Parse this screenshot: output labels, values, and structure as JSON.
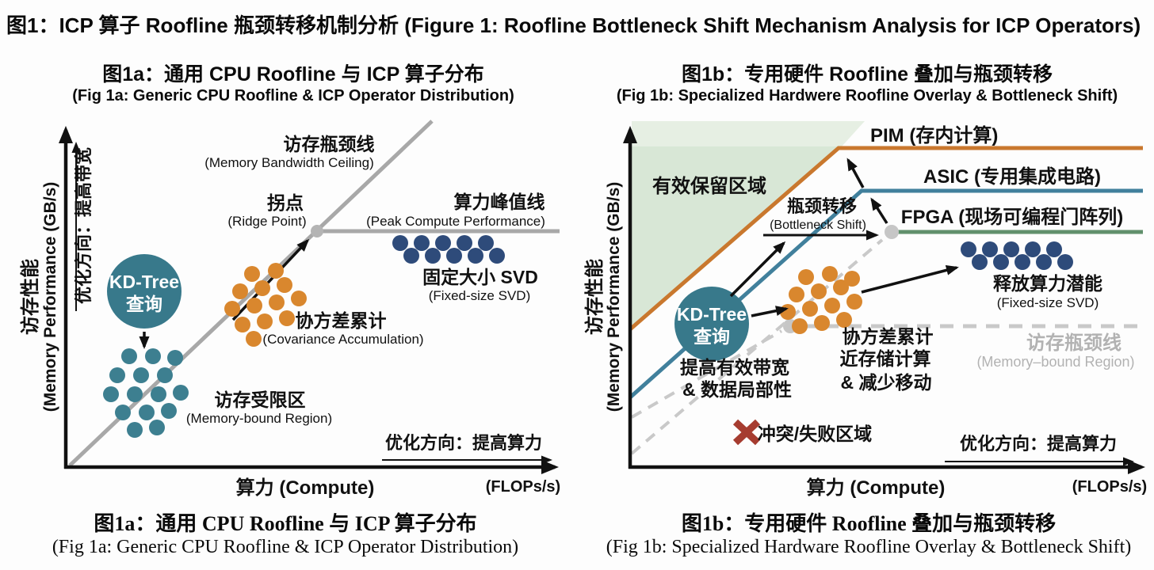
{
  "main_title": "图1：ICP 算子 Roofline 瓶颈转移机制分析 (Figure 1: Roofline Bottleneck Shift Mechanism Analysis for ICP Operators)",
  "panel_a": {
    "title_zh": "图1a：通用 CPU Roofline 与 ICP 算子分布",
    "title_en": "(Fig 1a: Generic CPU Roofline & ICP Operator Distribution)",
    "y_axis_zh": "访存性能",
    "y_axis_en": "(Memory Performance (GB/s)",
    "bw_direction": "优化方向：提高带宽",
    "compute_direction": "优化方向：提高算力",
    "ceiling_zh": "访存瓶颈线",
    "ceiling_en": "(Memory Bandwidth Ceiling)",
    "ridge_zh": "拐点",
    "ridge_en": "(Ridge Point)",
    "peak_zh": "算力峰值线",
    "peak_en": "(Peak Compute Performance)",
    "kdtree_l1": "KD-Tree",
    "kdtree_l2": "查询",
    "covariance_zh": "协方差累计",
    "covariance_en": "(Covariance Accumulation)",
    "svd_zh": "固定大小 SVD",
    "svd_en": "(Fixed-size SVD)",
    "membound_zh": "访存受限区",
    "membound_en": "(Memory-bound Region)",
    "x_axis_label": "算力 (Compute)",
    "x_axis_unit": "(FLOPs/s)",
    "caption_zh": "图1a：通用 CPU Roofline 与 ICP 算子分布",
    "caption_en": "(Fig 1a: Generic CPU Roofline & ICP Operator Distribution)"
  },
  "panel_b": {
    "title_zh": "图1b：专用硬件 Roofline 叠加与瓶颈转移",
    "title_en": "(Fig 1b: Specialized Hardwere Roofline Overlay & Bottleneck Shift)",
    "y_axis_zh": "访存性能",
    "y_axis_en": "(Memory Performance (GB/s)",
    "pim_label": "PIM (存内计算)",
    "asic_label": "ASIC (专用集成电路)",
    "fpga_label": "FPGA (现场可编程门阵列)",
    "reserved_region": "有效保留区域",
    "shift_zh": "瓶颈转移",
    "shift_en": "(Bottleneck Shift)",
    "kdtree_l1": "KD-Tree",
    "kdtree_l2": "查询",
    "bw_note_l1": "提高有效带宽",
    "bw_note_l2": "& 数据局部性",
    "cov_note_l1": "协方差累计",
    "cov_note_l2": "近存储计算",
    "cov_note_l3": "& 减少移动",
    "unlock_zh": "释放算力潜能",
    "unlock_en": "(Fixed-size SVD)",
    "membound_zh": "访存瓶颈线",
    "membound_en": "(Memory–bound Region)",
    "conflict_label": "冲突/失败区域",
    "compute_direction": "优化方向：提高算力",
    "x_axis_label": "算力 (Compute)",
    "x_axis_unit": "(FLOPs/s)",
    "caption_zh": "图1b：专用硬件 Roofline 叠加与瓶颈转移",
    "caption_en": "(Fig 1b: Specialized Hardware Roofline Overlay & Bottleneck Shift)"
  },
  "colors": {
    "teal": "#38798b",
    "orange_dot": "#d9872e",
    "navy_dot": "#2e4b7a",
    "gray_line": "#a8a8a8",
    "pim_orange": "#c9782e",
    "asic_blue": "#41809c",
    "fpga_green": "#61906c",
    "region_green": "#d8e7d6",
    "region_green_light": "#e6efe3",
    "dashed_gray": "#c9c9c9",
    "red_x": "#a63c30"
  }
}
